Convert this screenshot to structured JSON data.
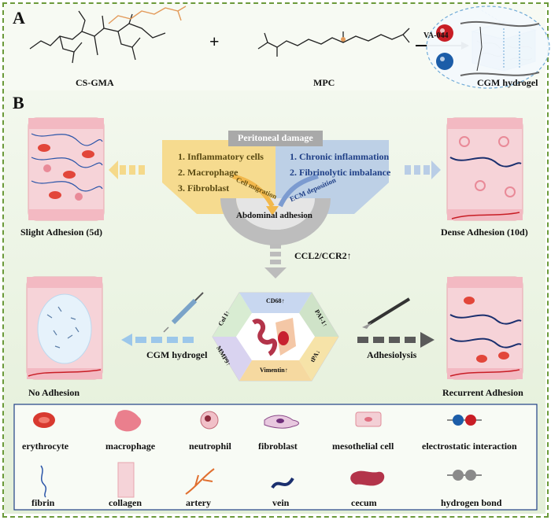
{
  "panel_a": {
    "letter": "A",
    "chem1": "CS-GMA",
    "chem2": "MPC",
    "plus": "+",
    "reagent": "VA-044",
    "product": "CGM hydrogel"
  },
  "panel_b": {
    "letter": "B",
    "damage_title": "Peritoneal damage",
    "left_items": [
      "1. Inflammatory cells",
      "2. Macrophage",
      "3. Fibroblast"
    ],
    "right_items": [
      "1. Chronic inflammation",
      "2. Fibrinolytic imbalance"
    ],
    "arrow_left": "Cell migration",
    "arrow_right": "ECM deposition",
    "center": "Abdominal adhesion",
    "slight": "Slight Adhesion (5d)",
    "dense": "Dense Adhesion (10d)",
    "ccl": "CCL2/CCR2",
    "hydrogel_label": "CGM hydrogel",
    "adhesiolysis": "Adhesiolysis",
    "no_adhesion": "No Adhesion",
    "recurrent": "Recurrent Adhesion",
    "hex_labels": [
      "CD68",
      "PAI-1",
      "tPA",
      "Vimentin",
      "MMP9",
      "Col I"
    ]
  },
  "legend": {
    "items": [
      {
        "name": "erythrocyte",
        "icon": "erythrocyte-icon"
      },
      {
        "name": "macrophage",
        "icon": "macrophage-icon"
      },
      {
        "name": "neutrophil",
        "icon": "neutrophil-icon"
      },
      {
        "name": "fibroblast",
        "icon": "fibroblast-icon"
      },
      {
        "name": "mesothelial cell",
        "icon": "mesothelial-cell-icon"
      },
      {
        "name": "electrostatic interaction",
        "icon": "electrostatic-icon"
      },
      {
        "name": "fibrin",
        "icon": "fibrin-icon"
      },
      {
        "name": "collagen",
        "icon": "collagen-icon"
      },
      {
        "name": "artery",
        "icon": "artery-icon"
      },
      {
        "name": "vein",
        "icon": "vein-icon"
      },
      {
        "name": "cecum",
        "icon": "cecum-icon"
      },
      {
        "name": "hydrogen bond",
        "icon": "hydrogen-bond-icon"
      }
    ]
  },
  "colors": {
    "frame": "#6b9a3a",
    "left_box": "#f5d98a",
    "right_box": "#b9cde6",
    "damage_header": "#a9a9a9",
    "legend_border": "#1f3f86",
    "tissue_pink": "#f6d3d8"
  }
}
